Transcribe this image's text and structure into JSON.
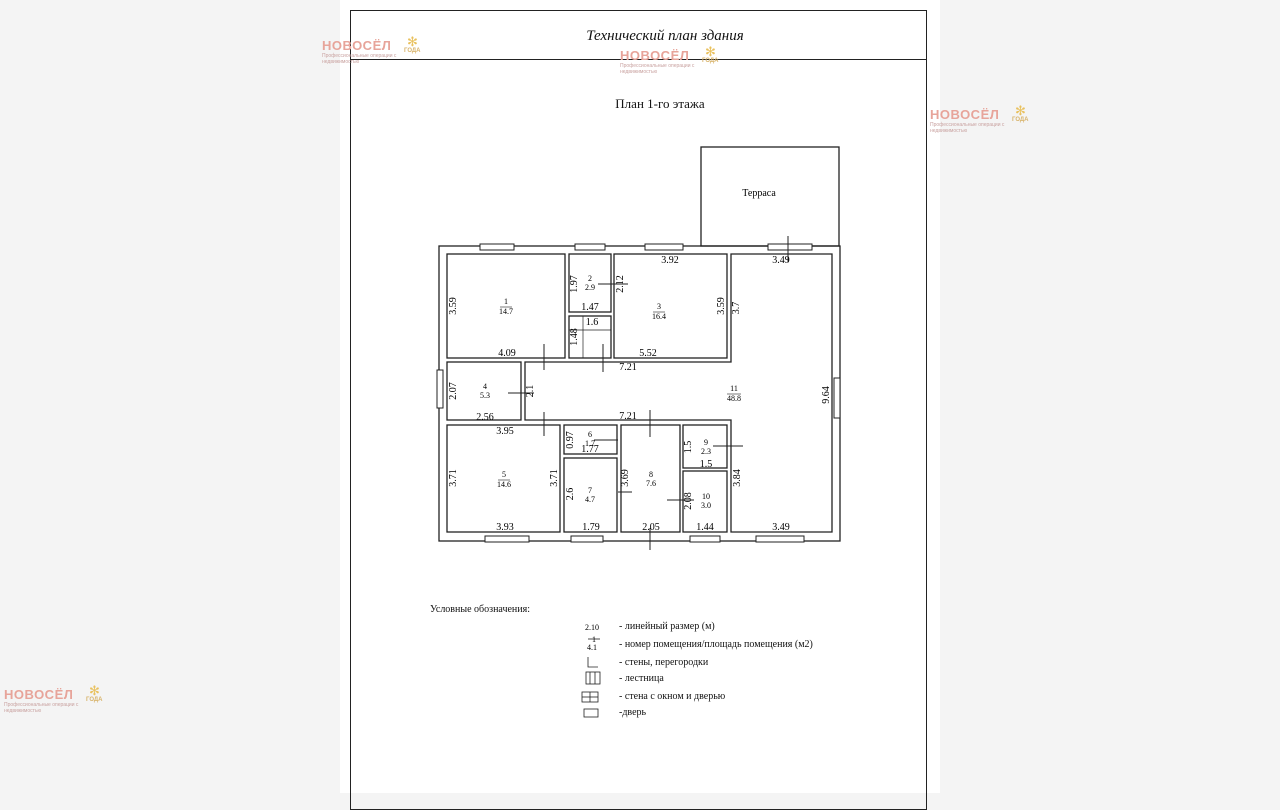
{
  "document": {
    "sheet_title": "Технический план здания",
    "plan_title": "План 1-го этажа"
  },
  "terrace_label": "Терраса",
  "rooms": [
    {
      "num": "1",
      "area": "14.7"
    },
    {
      "num": "2",
      "area": "2.9"
    },
    {
      "num": "3",
      "area": "16.4"
    },
    {
      "num": "4",
      "area": "5.3"
    },
    {
      "num": "5",
      "area": "14.6"
    },
    {
      "num": "6",
      "area": "1.7"
    },
    {
      "num": "7",
      "area": "4.7"
    },
    {
      "num": "8",
      "area": "7.6"
    },
    {
      "num": "9",
      "area": "2.3"
    },
    {
      "num": "10",
      "area": "3.0"
    },
    {
      "num": "11",
      "area": "48.8"
    }
  ],
  "dimensions": [
    "3.59",
    "4.09",
    "1.97",
    "1.47",
    "2.12",
    "1.6",
    "1.48",
    "3.92",
    "3.59",
    "5.52",
    "3.7",
    "3.49",
    "7.21",
    "2.07",
    "2.1",
    "2.56",
    "9.64",
    "7.21",
    "3.95",
    "0.97",
    "1.77",
    "3.71",
    "3.71",
    "2.6",
    "3.69",
    "1.5",
    "1.5",
    "3.84",
    "2.08",
    "3.93",
    "1.79",
    "2.05",
    "1.44",
    "3.49"
  ],
  "legend": {
    "title": "Условные обозначения:",
    "sample_dim": "2.10",
    "sample_num": "1",
    "sample_area": "4.1",
    "items": [
      "- линейный размер (м)",
      "- номер помещения/площадь помещения (м2)",
      "- стены, перегородки",
      "- лестница",
      "- стена с окном и дверью",
      "-дверь"
    ]
  },
  "watermark": {
    "logo": "НОВОСЁЛ",
    "tagline": "Профессиональные операции с недвижимостью",
    "badge": "ГОДА"
  }
}
